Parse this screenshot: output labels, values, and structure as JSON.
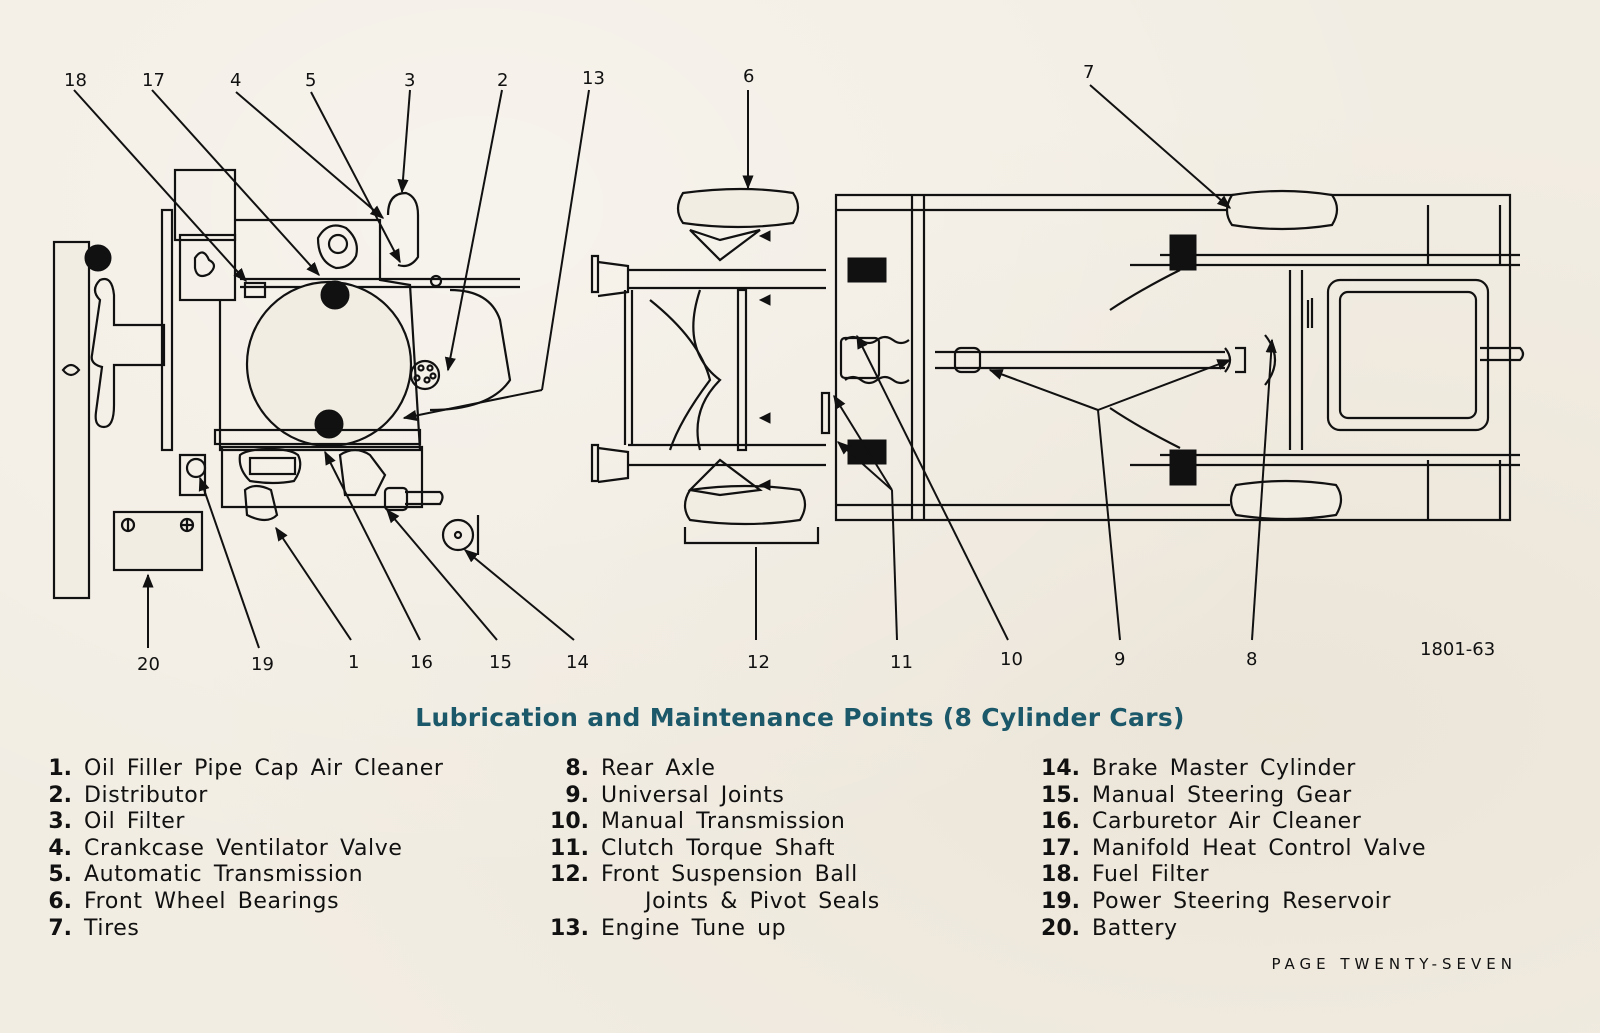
{
  "figure": {
    "code": "1801-63",
    "callouts": [
      "18",
      "17",
      "4",
      "5",
      "3",
      "2",
      "13",
      "6",
      "7",
      "20",
      "19",
      "1",
      "16",
      "15",
      "14",
      "12",
      "11",
      "10",
      "9",
      "8"
    ]
  },
  "title": "Lubrication and Maintenance Points (8 Cylinder Cars)",
  "legend": {
    "col1": [
      {
        "num": "1.",
        "text": "Oil Filler Pipe Cap Air Cleaner"
      },
      {
        "num": "2.",
        "text": "Distributor"
      },
      {
        "num": "3.",
        "text": "Oil Filter"
      },
      {
        "num": "4.",
        "text": "Crankcase Ventilator Valve"
      },
      {
        "num": "5.",
        "text": "Automatic Transmission"
      },
      {
        "num": "6.",
        "text": "Front Wheel Bearings"
      },
      {
        "num": "7.",
        "text": "Tires"
      }
    ],
    "col2": [
      {
        "num": "8.",
        "text": "Rear Axle"
      },
      {
        "num": "9.",
        "text": "Universal Joints"
      },
      {
        "num": "10.",
        "text": "Manual Transmission"
      },
      {
        "num": "11.",
        "text": "Clutch Torque Shaft"
      },
      {
        "num": "12.",
        "text": "Front Suspension Ball"
      },
      {
        "num": "",
        "text": "Joints & Pivot Seals"
      },
      {
        "num": "13.",
        "text": "Engine Tune up"
      }
    ],
    "col3": [
      {
        "num": "14.",
        "text": "Brake Master Cylinder"
      },
      {
        "num": "15.",
        "text": "Manual Steering Gear"
      },
      {
        "num": "16.",
        "text": "Carburetor Air Cleaner"
      },
      {
        "num": "17.",
        "text": "Manifold Heat Control Valve"
      },
      {
        "num": "18.",
        "text": "Fuel Filter"
      },
      {
        "num": "19.",
        "text": "Power Steering Reservoir"
      },
      {
        "num": "20.",
        "text": "Battery"
      }
    ]
  },
  "footer": {
    "page": "PAGE TWENTY-SEVEN"
  },
  "colors": {
    "title": "#1b5869",
    "paper": "#f2ede3",
    "ink": "#111111"
  }
}
